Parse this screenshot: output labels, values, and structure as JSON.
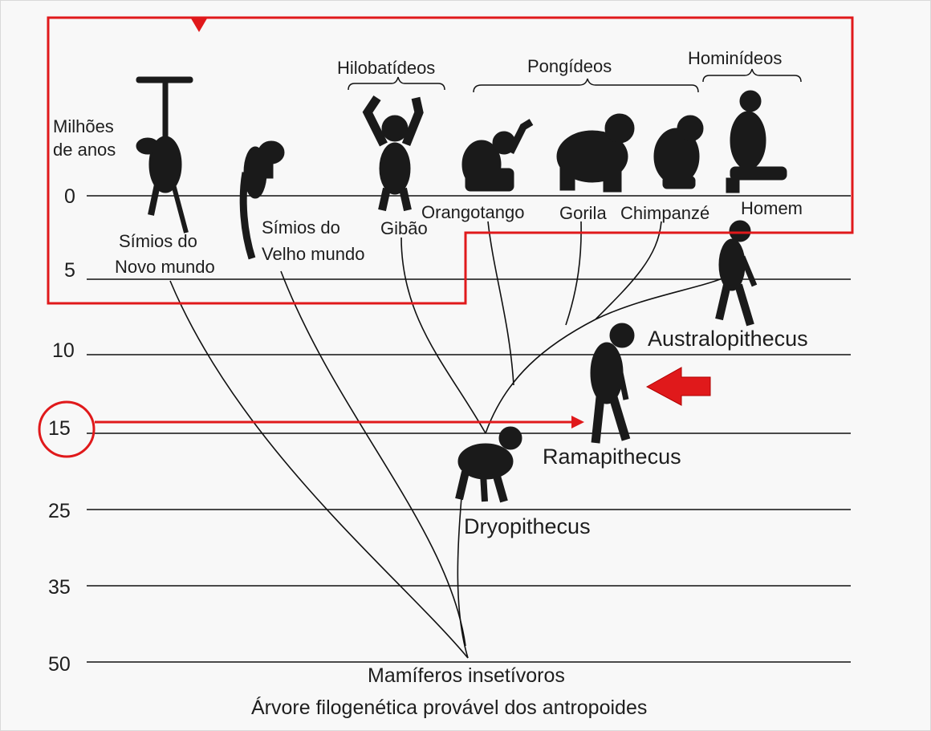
{
  "axis": {
    "unit_label_line1": "Milhões",
    "unit_label_line2": "de anos",
    "ticks": [
      "0",
      "5",
      "10",
      "15",
      "25",
      "35",
      "50"
    ]
  },
  "groups": {
    "hylobatids": "Hilobatídeos",
    "pongids": "Pongídeos",
    "hominids": "Hominídeos"
  },
  "species": {
    "new_world_line1": "Símios do",
    "new_world_line2": "Novo mundo",
    "old_world_line1": "Símios do",
    "old_world_line2": "Velho mundo",
    "gibbon": "Gibão",
    "orangutan": "Orangotango",
    "gorilla": "Gorila",
    "chimpanzee": "Chimpanzé",
    "human": "Homem"
  },
  "fossils": {
    "australopithecus": "Australopithecus",
    "ramapithecus": "Ramapithecus",
    "dryopithecus": "Dryopithecus"
  },
  "root_label": "Mamíferos insetívoros",
  "caption": "Árvore filogenética provável dos antropoides",
  "highlight": {
    "color": "#e0191b",
    "circled_tick": "15"
  },
  "colors": {
    "silhouette": "#1a1a1a",
    "lines": "#111111"
  }
}
